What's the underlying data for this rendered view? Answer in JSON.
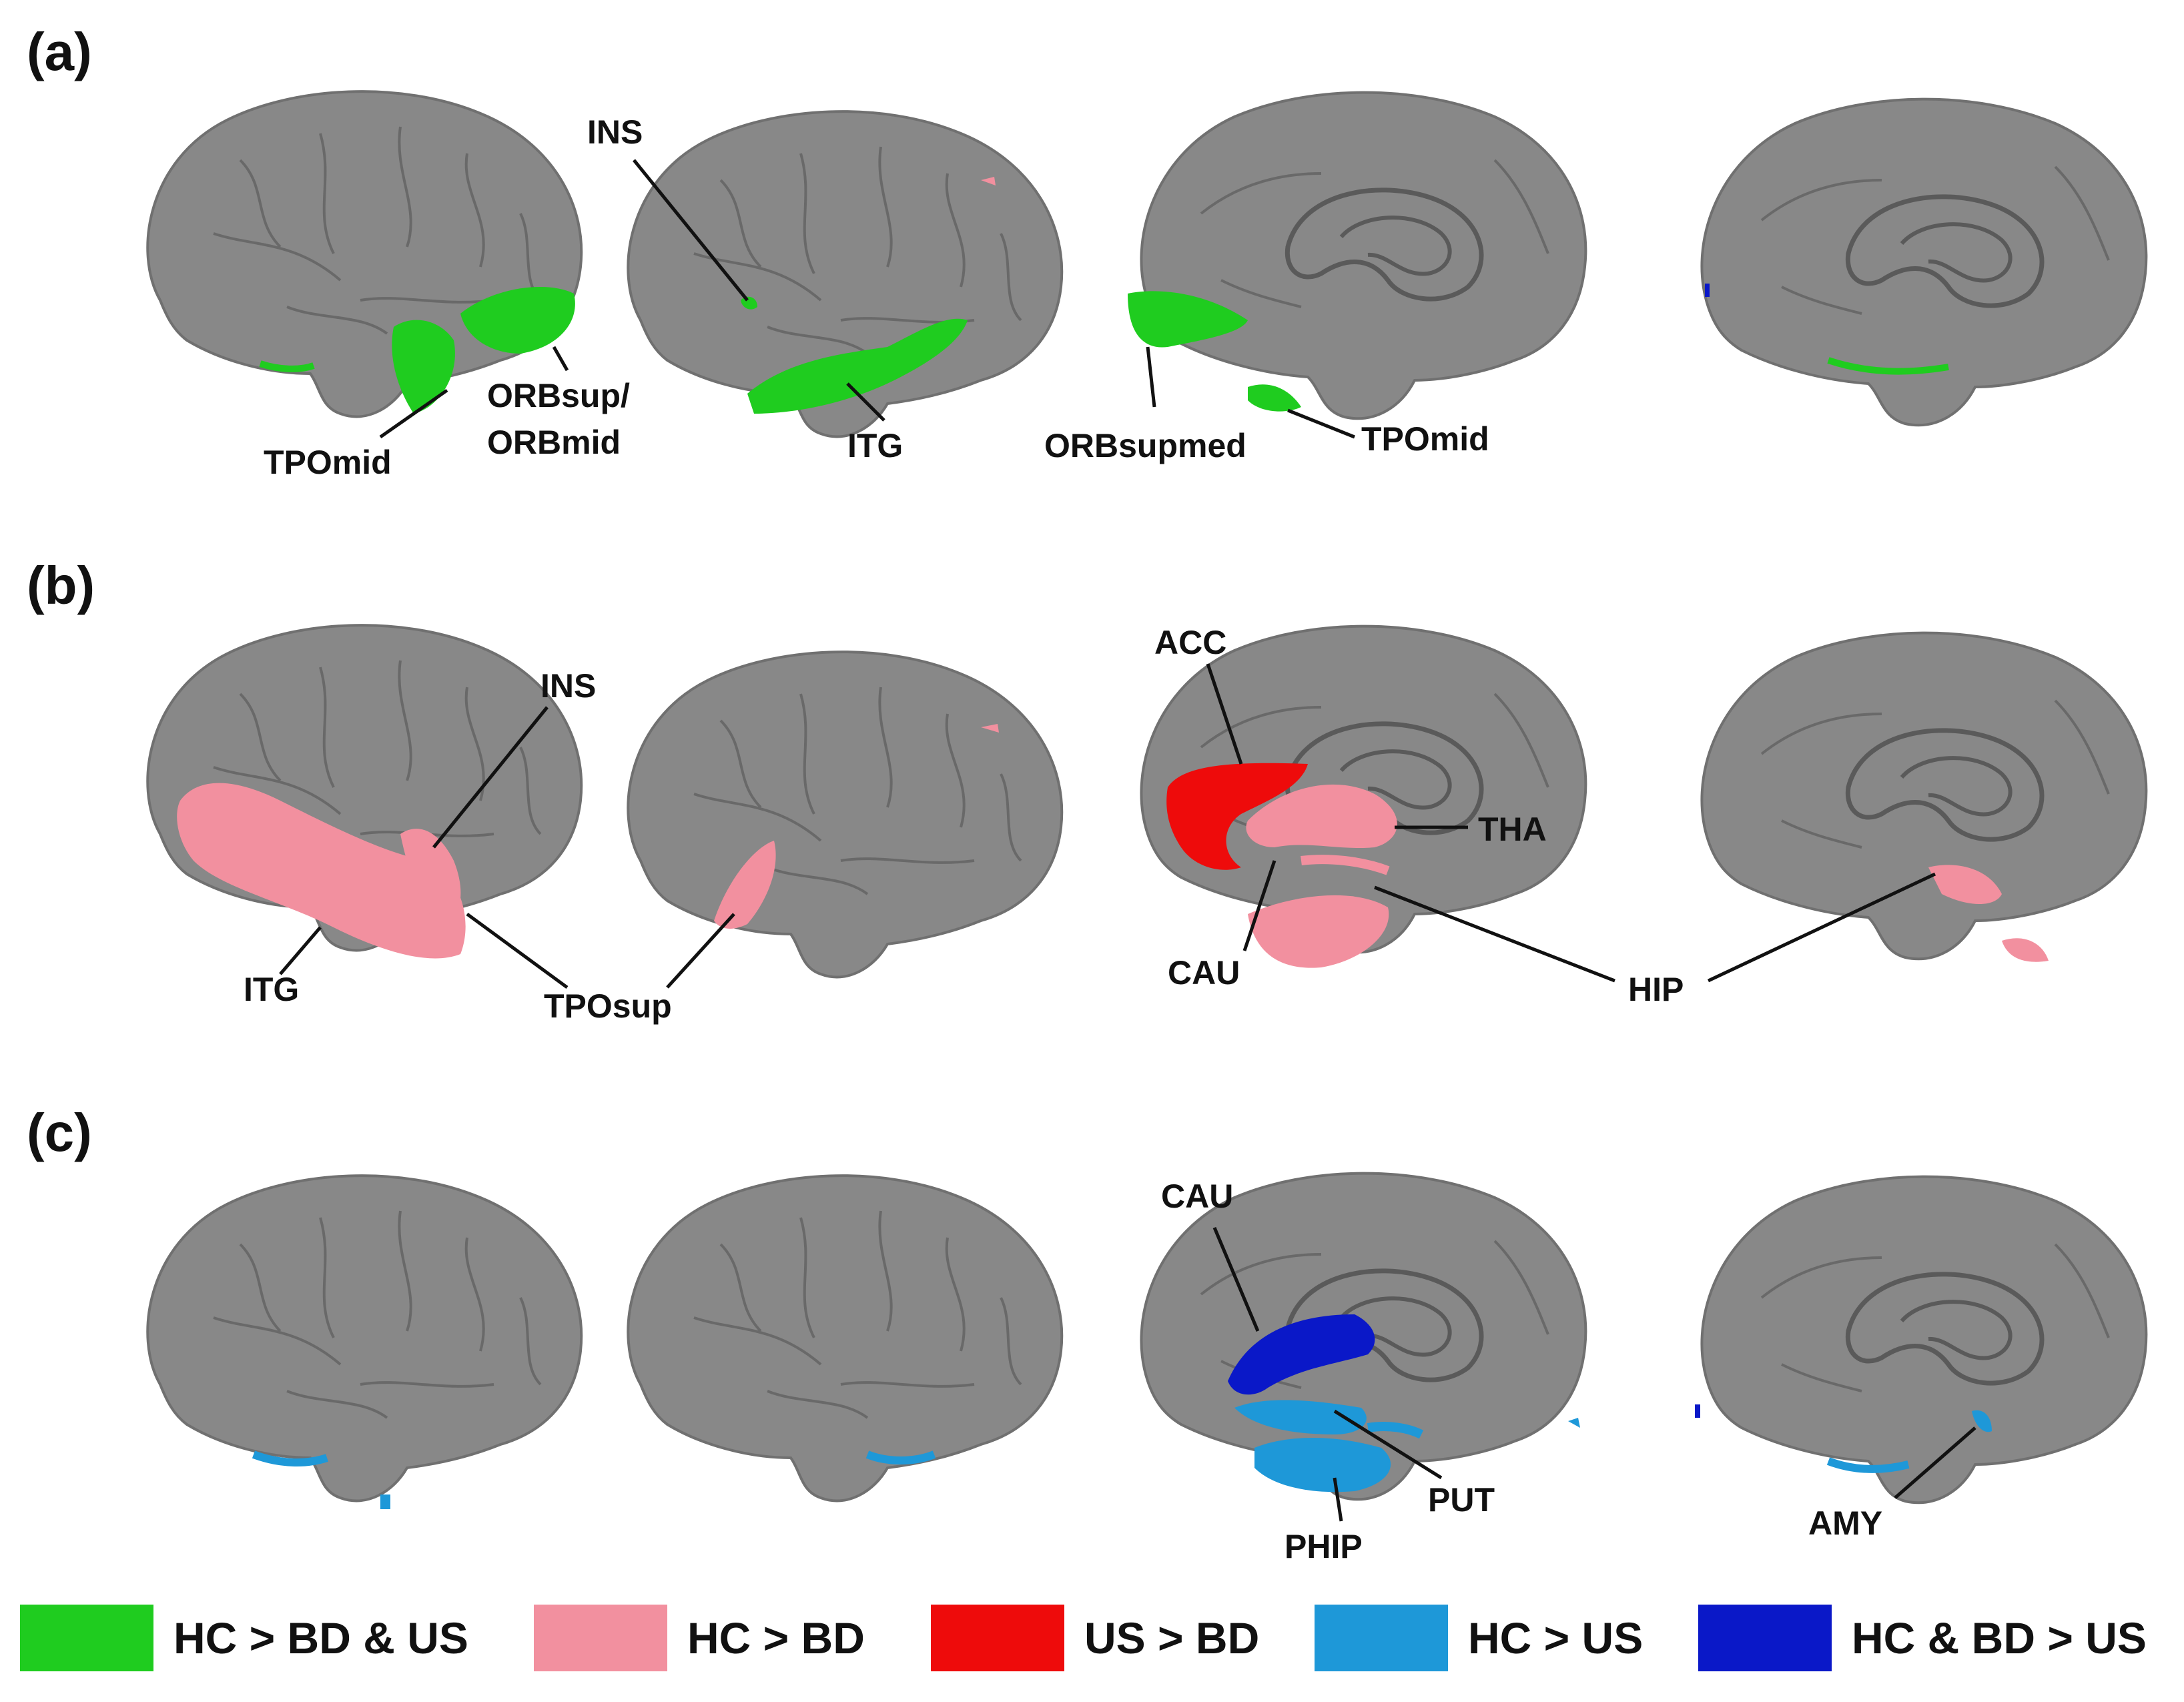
{
  "panels": [
    {
      "label": "(a)",
      "annotations": [
        "INS",
        "TPOmid",
        "ORBsup/",
        "ORBmid",
        "ITG",
        "ORBsupmed",
        "TPOmid"
      ]
    },
    {
      "label": "(b)",
      "annotations": [
        "INS",
        "ITG",
        "TPOsup",
        "ACC",
        "THA",
        "CAU",
        "HIP"
      ]
    },
    {
      "label": "(c)",
      "annotations": [
        "CAU",
        "PUT",
        "PHIP",
        "AMY"
      ]
    }
  ],
  "legend": [
    {
      "label": "HC > BD & US",
      "color": "#1fcc1f"
    },
    {
      "label": "HC > BD",
      "color": "#f2909f"
    },
    {
      "label": "US > BD",
      "color": "#ee0b0b"
    },
    {
      "label": "HC > US",
      "color": "#1e98d8"
    },
    {
      "label": "HC & BD > US",
      "color": "#0a18c8"
    }
  ],
  "colors": {
    "brain": "#888888",
    "brain_edge": "#6f6f6f",
    "sulcus": "#5f5f5f"
  }
}
